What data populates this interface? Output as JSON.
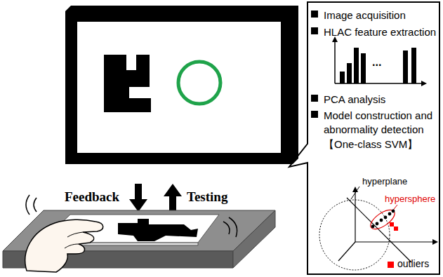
{
  "diagram": {
    "nodes": [
      {
        "text": [
          "Image acquisition",
          "HLAC feature extraction",
          "PCA analysis",
          "Model construction and abnormality detection",
          "【One-class SVM】"
        ]
      }
    ],
    "labels": [
      "Feedback",
      "Testing",
      "...",
      "hyperplane",
      "hypersphere"
    ],
    "legend": [
      {
        "text": "outliers",
        "color": "#ff0000"
      }
    ]
  }
}
